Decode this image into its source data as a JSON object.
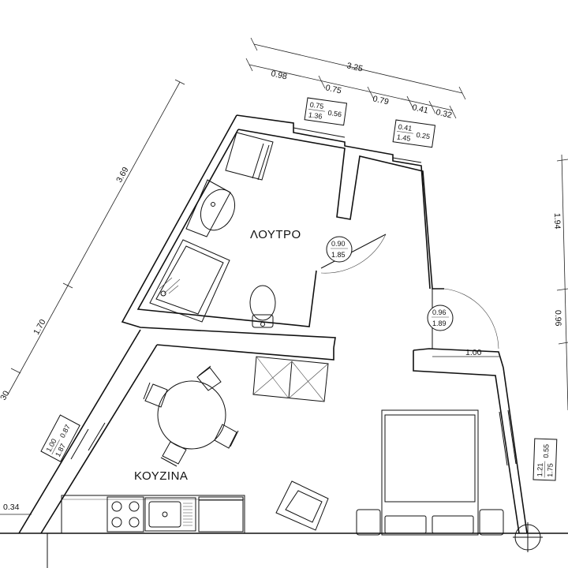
{
  "rooms": {
    "bathroom": "ΛΟΥΤΡΟ",
    "kitchen": "ΚΟΥΖΙΝΑ"
  },
  "dimensions": {
    "top_total": "3.25",
    "top_seg_1": "0.98",
    "top_seg_2": "0.75",
    "top_seg_3": "0.79",
    "top_seg_4": "0.41",
    "top_seg_5": "0.32",
    "left_upper": "3.69",
    "left_middle": "1.70",
    "left_lower_partial": "30",
    "right_upper": "1.94",
    "right_lower": "0.96",
    "inner_wall": "1.00",
    "bottom_left": "0.34"
  },
  "openings": {
    "window_top_left": {
      "width": "0.75",
      "height": "1.36",
      "sill": "0.56"
    },
    "window_top_right": {
      "width": "0.41",
      "height": "1.45",
      "sill": "0.25"
    },
    "window_left": {
      "width": "1.00",
      "height": "1.87",
      "sill": "0.87"
    },
    "window_right": {
      "width": "1.21",
      "height": "1.75",
      "sill": "0.55"
    },
    "door_bath": {
      "width": "0.90",
      "height": "1.85"
    },
    "door_entry": {
      "width": "0.96",
      "height": "1.89"
    }
  }
}
